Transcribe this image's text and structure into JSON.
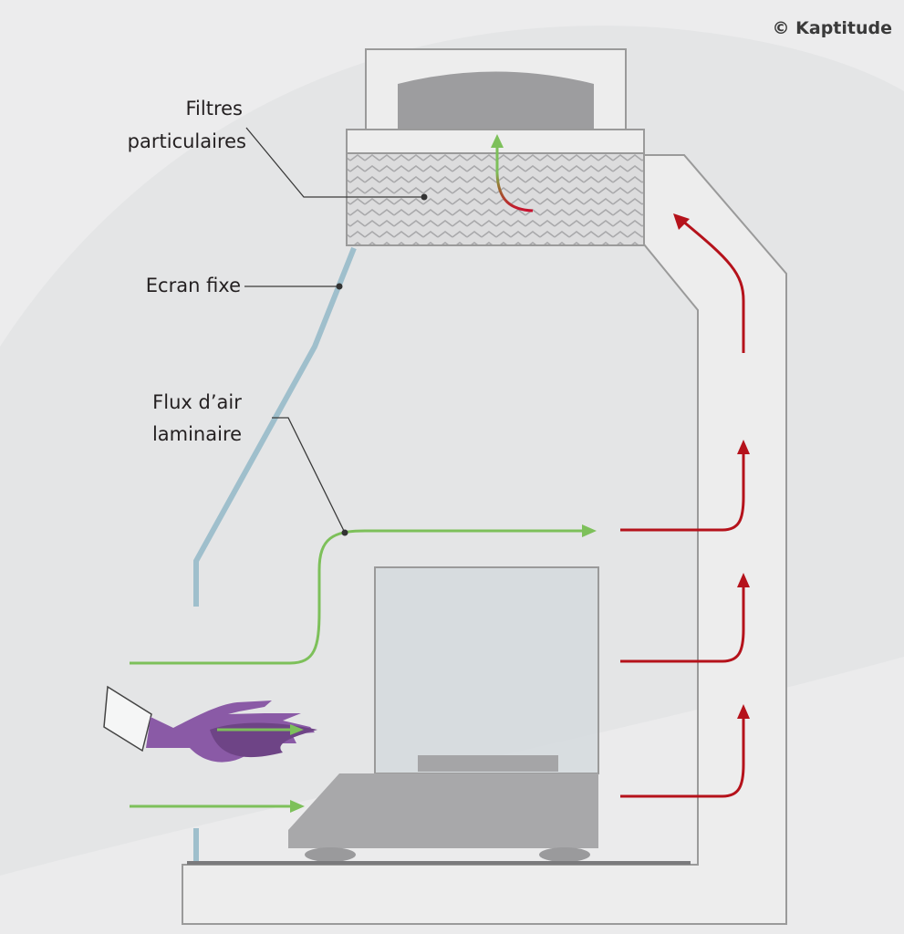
{
  "copyright": "© Kaptitude",
  "labels": {
    "filters_line1": "Filtres",
    "filters_line2": "particulaires",
    "screen": "Ecran fixe",
    "airflow_line1": "Flux d’air",
    "airflow_line2": "laminaire"
  },
  "colors": {
    "background": "#e4e5e6",
    "clean_air": "#7dc05a",
    "exhaust_air": "#b5121b",
    "screen": "#9fbfcc",
    "glove": "#8a5aa6",
    "structure": "#ededed",
    "outline": "#9a9a9a"
  }
}
